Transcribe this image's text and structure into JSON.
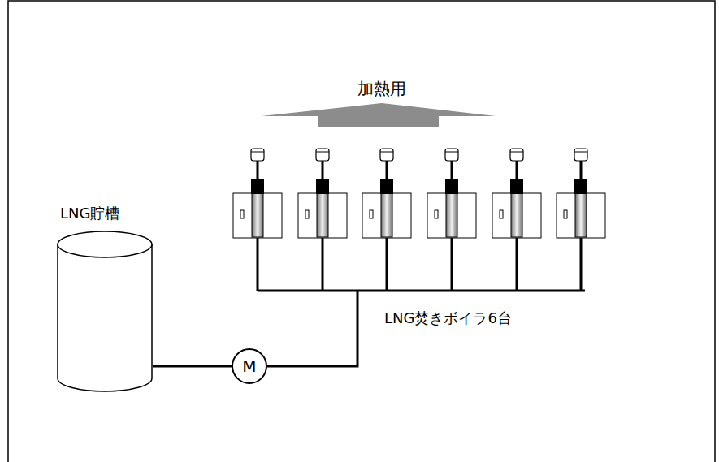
{
  "diagram": {
    "nodes": [
      {
        "text": [
          "LNG貯槽"
        ]
      },
      {
        "text": [
          "M"
        ]
      }
    ],
    "edges": [
      {
        "from": 0,
        "to": 1,
        "arrow": "none"
      }
    ],
    "labels": [
      "加熱用",
      "LNG焚きボイラ6台"
    ]
  }
}
